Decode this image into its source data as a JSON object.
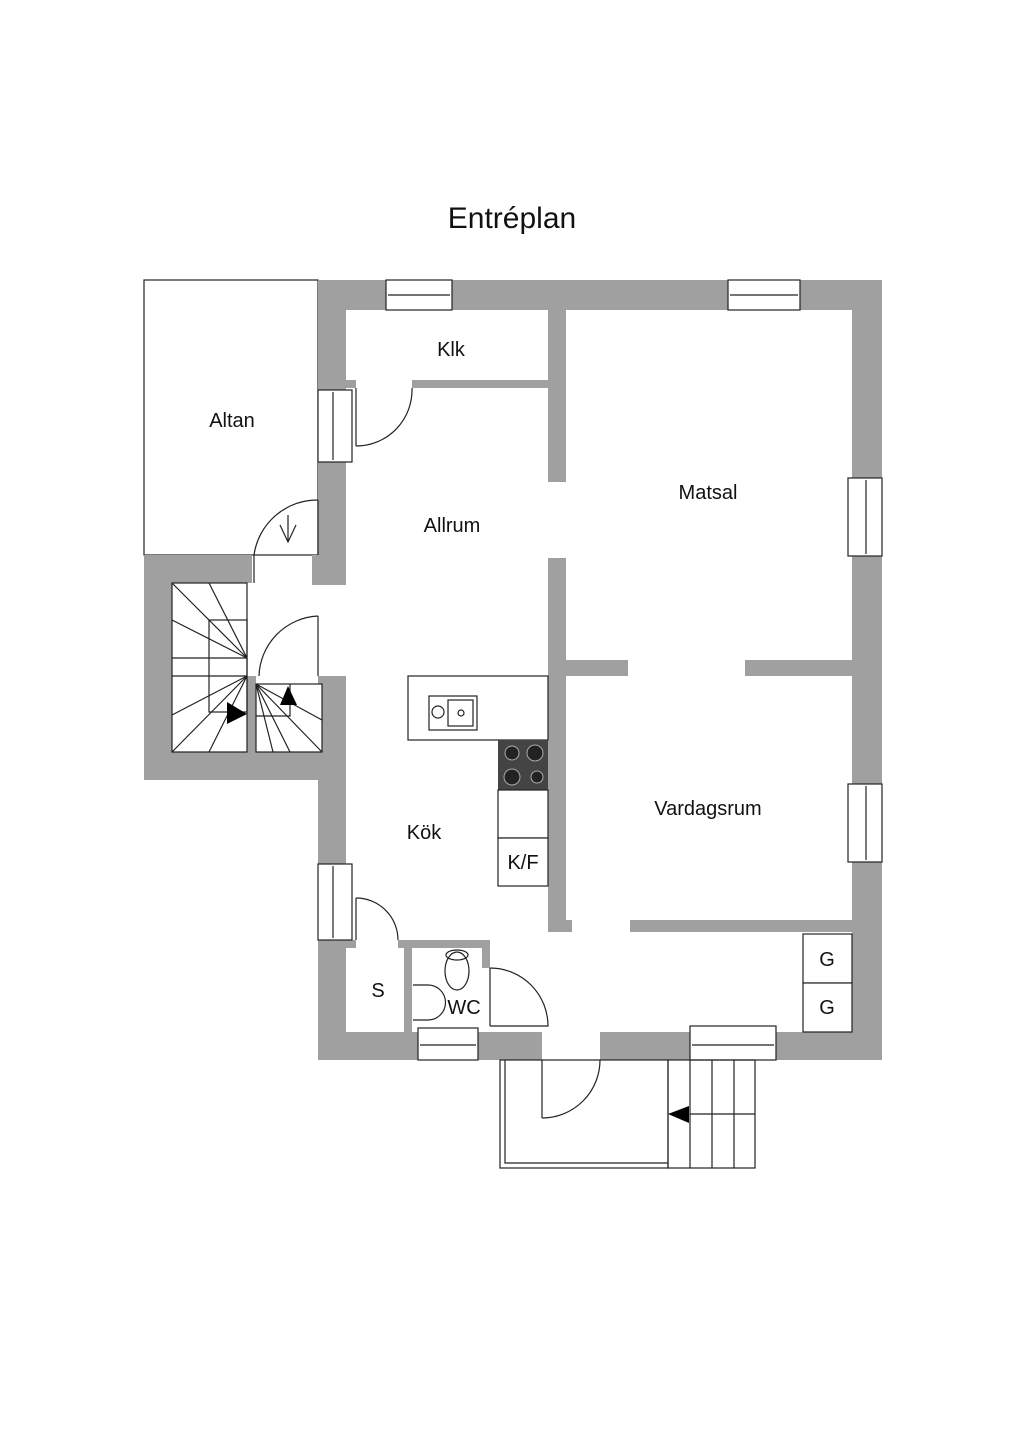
{
  "title": "Entréplan",
  "rooms": {
    "altan": "Altan",
    "klk": "Klk",
    "allrum": "Allrum",
    "matsal": "Matsal",
    "kok": "Kök",
    "vardagsrum": "Vardagsrum",
    "kf": "K/F",
    "s": "S",
    "wc": "WC",
    "g1": "G",
    "g2": "G"
  },
  "colors": {
    "wall": "#a0a0a0",
    "line": "#222222"
  }
}
